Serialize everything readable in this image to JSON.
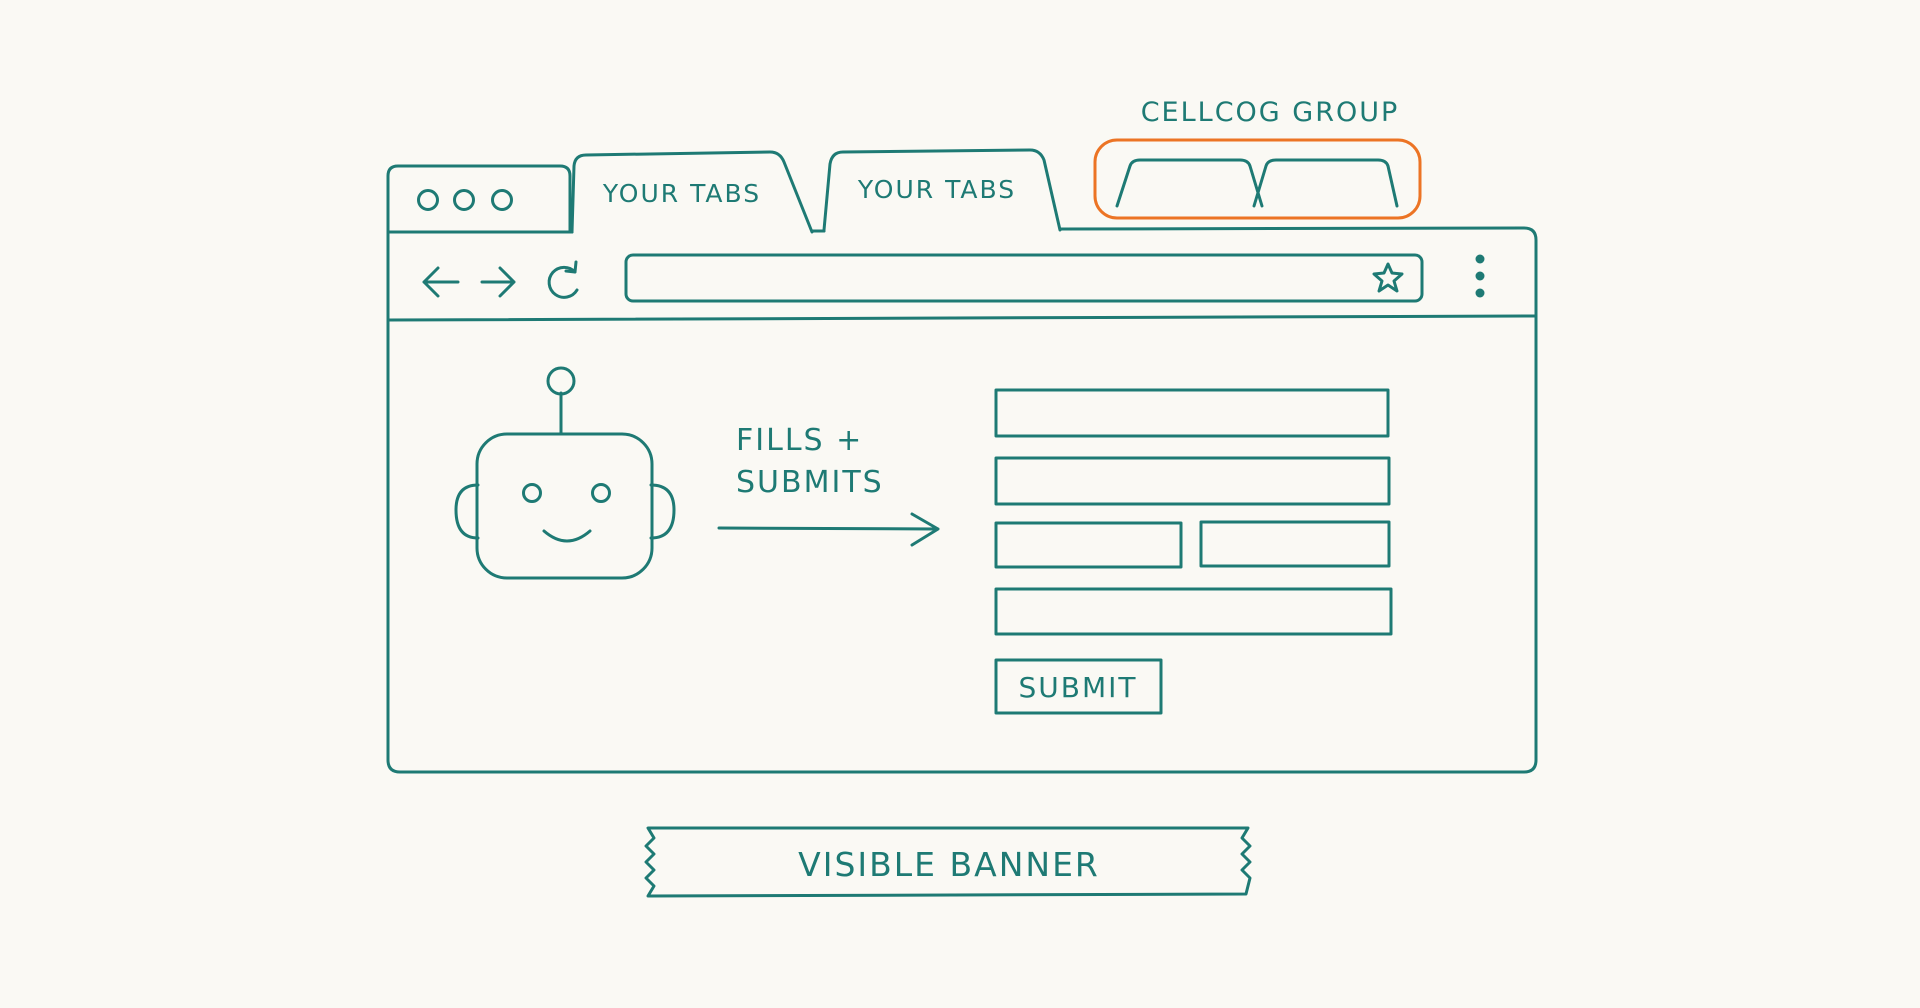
{
  "colors": {
    "background": "#faf9f4",
    "ink": "#1e7a74",
    "highlight": "#ec7424"
  },
  "tab_group": {
    "label": "CELLCOG GROUP"
  },
  "tabs": [
    {
      "label": "YOUR TABS"
    },
    {
      "label": "YOUR TABS"
    }
  ],
  "toolbar": {
    "back_icon": "arrow-left-icon",
    "forward_icon": "arrow-right-icon",
    "reload_icon": "reload-icon",
    "bookmark_icon": "star-icon",
    "menu_icon": "kebab-menu-icon",
    "address_value": ""
  },
  "agent": {
    "icon": "robot-icon",
    "action_line1": "FILLS +",
    "action_line2": "SUBMITS"
  },
  "form": {
    "submit_label": "SUBMIT"
  },
  "banner": {
    "label": "VISIBLE BANNER"
  }
}
